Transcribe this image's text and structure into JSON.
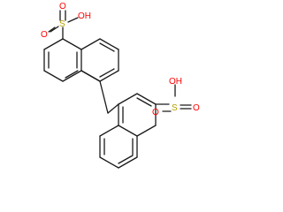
{
  "molecule": {
    "left_group": {
      "oxygen_top": "O",
      "sulfur": "S",
      "hydroxyl": "OH",
      "oxygen_bottom": "O"
    },
    "right_group": {
      "hydroxyl": "OH",
      "oxygen_left": "O",
      "sulfur": "S",
      "oxygen_right": "O"
    },
    "colors": {
      "bond": "#1a1a1a",
      "oxygen": "#ff0000",
      "sulfur": "#b8a000"
    }
  }
}
